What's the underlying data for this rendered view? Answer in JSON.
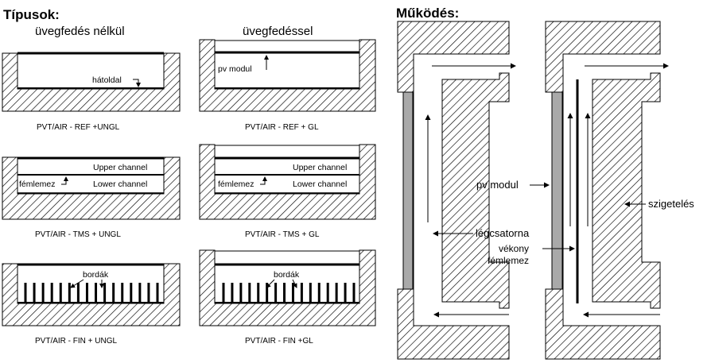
{
  "left": {
    "heading": "Típusok:",
    "col_headers": [
      "üvegfedés nélkül",
      "üvegfedéssel"
    ],
    "captions": [
      "PVT/AIR - REF +UNGL",
      "PVT/AIR - REF + GL",
      "PVT/AIR - TMS + UNGL",
      "PVT/AIR - TMS + GL",
      "PVT/AIR - FIN + UNGL",
      "PVT/AIR - FIN +GL"
    ],
    "labels": {
      "hatoldal": "hátoldal",
      "pv_modul": "pv modul",
      "upper_channel": "Upper channel",
      "lower_channel": "Lower channel",
      "femlemez": "fémlemez",
      "bordak": "bordák"
    }
  },
  "right": {
    "heading": "Működés:",
    "labels": {
      "pv_modul": "pv modul",
      "szigeteles": "szigetelés",
      "legcsatorna": "légcsatorna",
      "vekony": "vékony",
      "femlemez": "fémlemez"
    }
  },
  "colors": {
    "hatch": "#000000",
    "pv_module": "#a9a9a9",
    "outline": "#000000"
  }
}
